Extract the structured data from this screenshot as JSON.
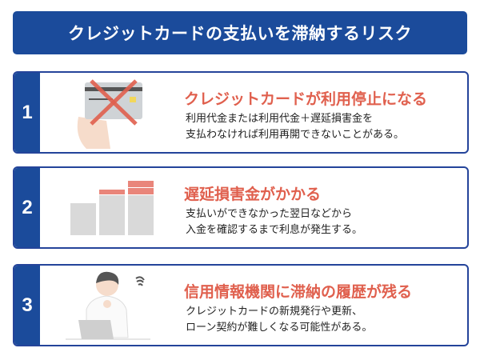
{
  "title": "クレジットカードの支払いを滞納するリスク",
  "risks": [
    {
      "number": "1",
      "heading": "クレジットカードが利用停止になる",
      "lines": [
        "利用代金または利用代金＋遅延損害金を",
        "支払わなければ利用再開できないことがある。"
      ],
      "icon": "crossed-credit-card-icon"
    },
    {
      "number": "2",
      "heading": "遅延損害金がかかる",
      "lines": [
        "支払いができなかった翌日などから",
        "入金を確認するまで利息が発生する。"
      ],
      "icon": "increasing-bar-icon"
    },
    {
      "number": "3",
      "heading": "信用情報機関に滞納の履歴が残る",
      "lines": [
        "クレジットカードの新規発行や更新、",
        "ローン契約が難しくなる可能性がある。"
      ],
      "icon": "worried-person-laptop-icon"
    }
  ],
  "colors": {
    "primary": "#1b4b9b",
    "accent": "#e0604e"
  }
}
